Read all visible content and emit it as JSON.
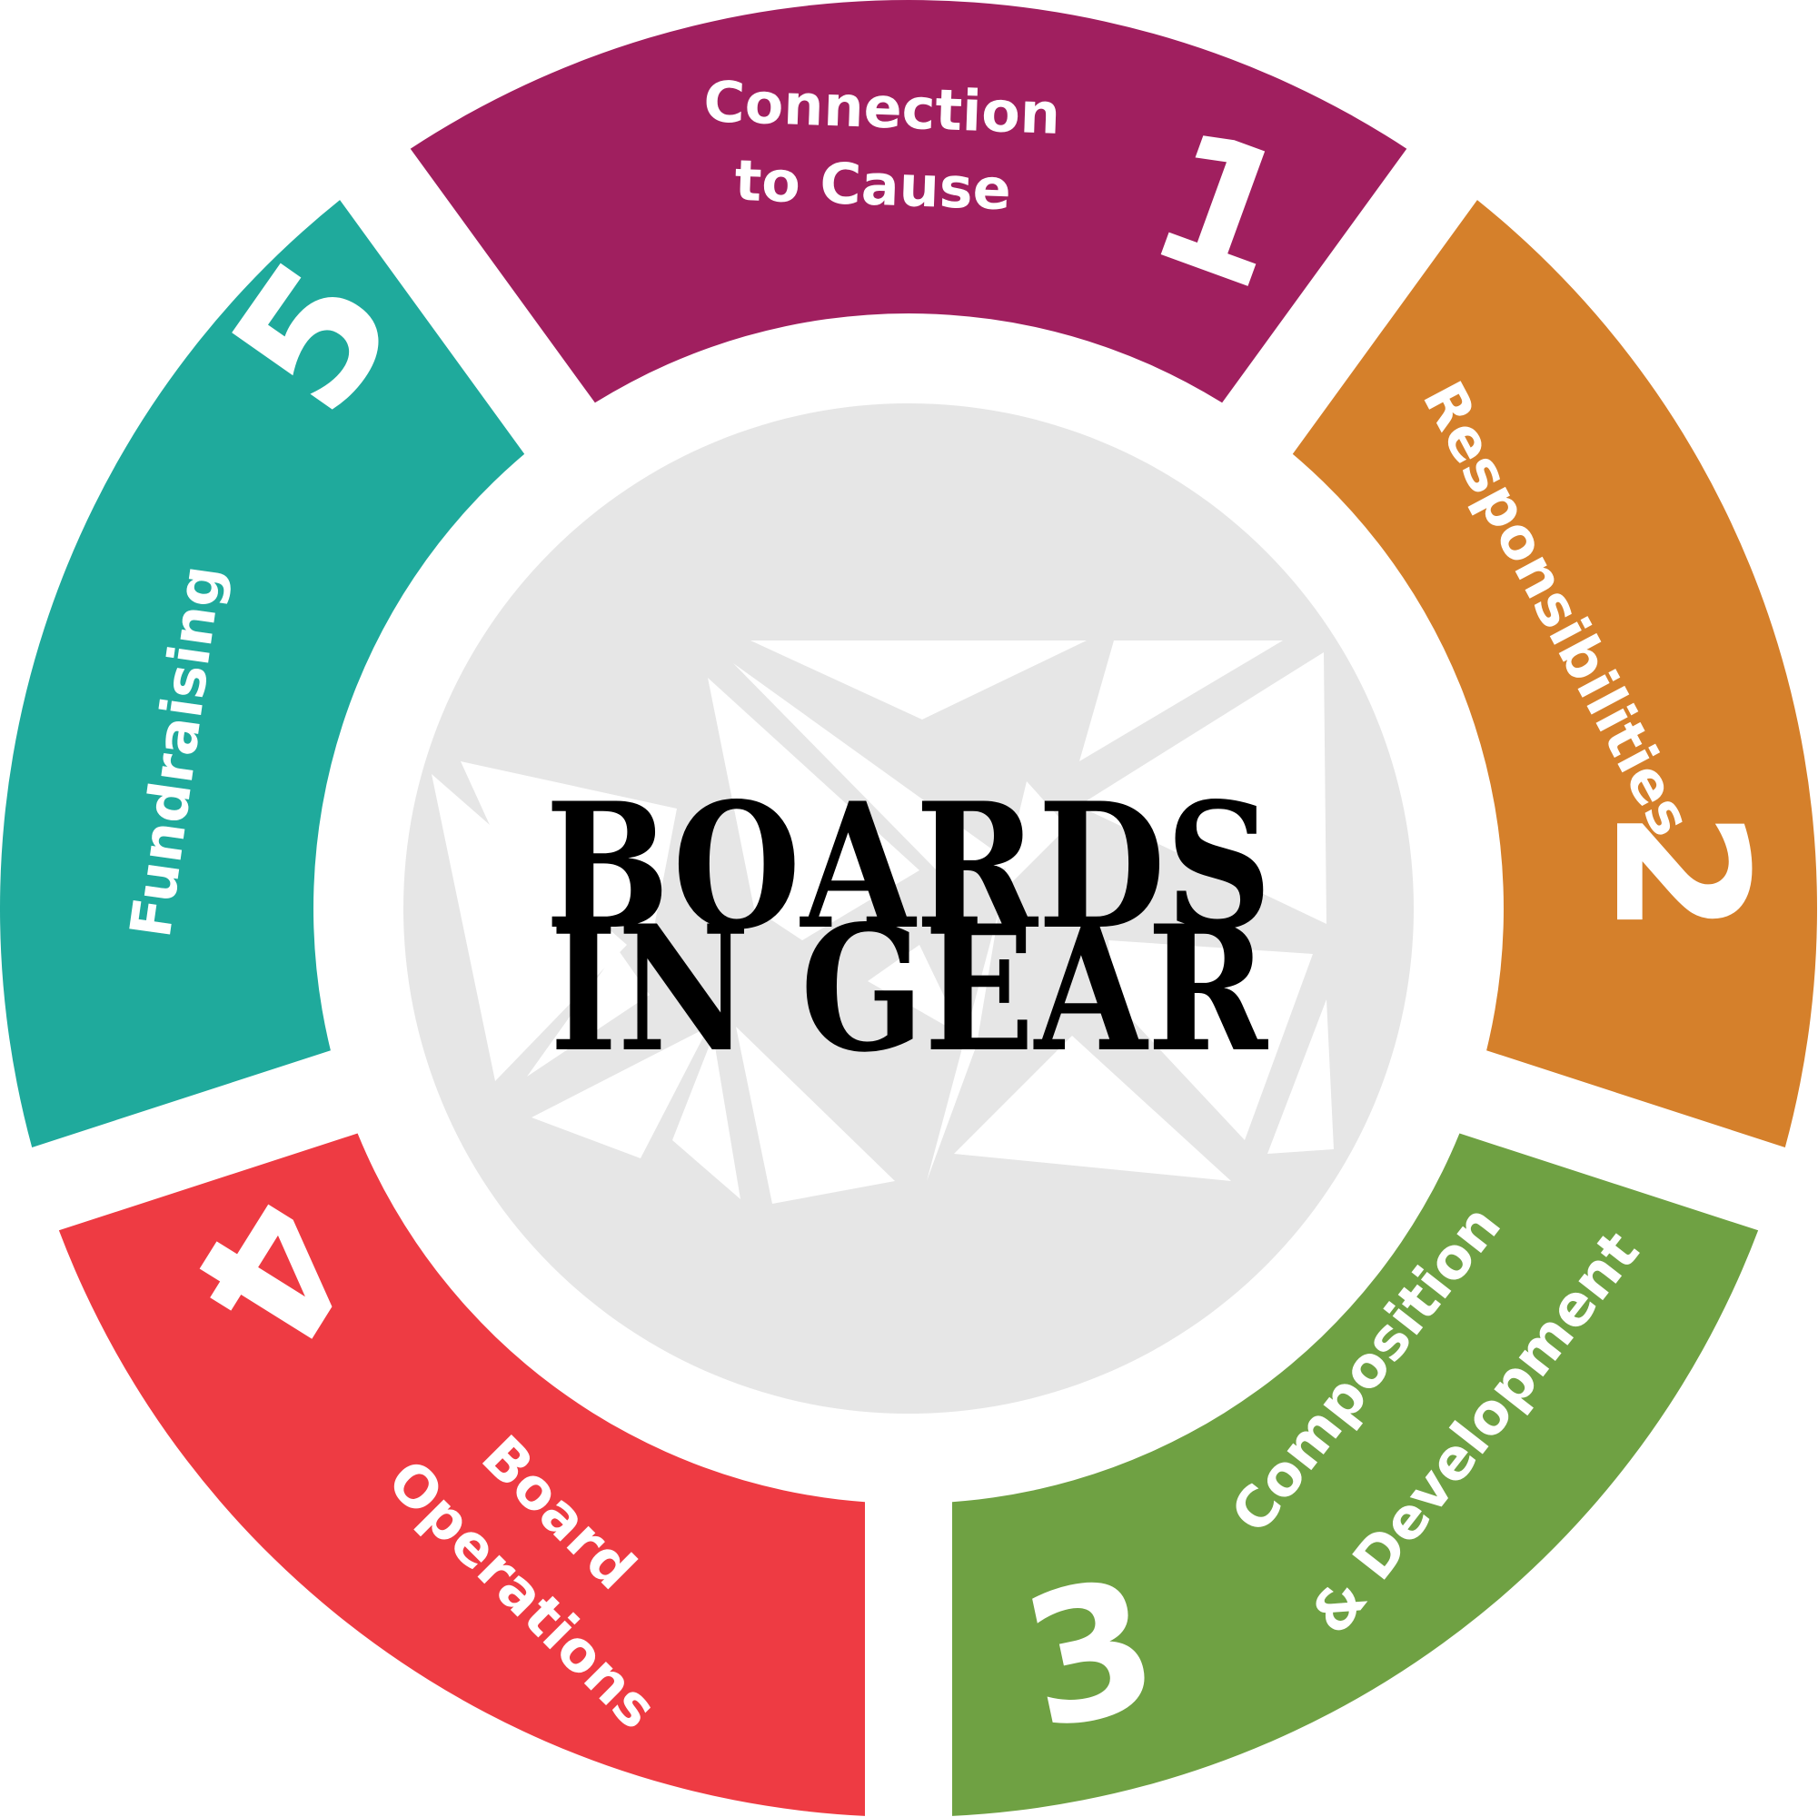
{
  "diagram": {
    "title_line1": "BOARDS",
    "title_line2": "IN GEAR",
    "center_color": "#e6e6e6",
    "segments": [
      {
        "number": "1",
        "label_lines": [
          "Connection",
          "to Cause"
        ],
        "color": "#a01f5f"
      },
      {
        "number": "2",
        "label_lines": [
          "Responsibilities"
        ],
        "color": "#d5802b"
      },
      {
        "number": "3",
        "label_lines": [
          "Composition",
          "& Development"
        ],
        "color": "#6fa143"
      },
      {
        "number": "4",
        "label_lines": [
          "Board",
          "Operations"
        ],
        "color": "#ee3b43"
      },
      {
        "number": "5",
        "label_lines": [
          "Fundraising"
        ],
        "color": "#1faa9c"
      }
    ]
  }
}
